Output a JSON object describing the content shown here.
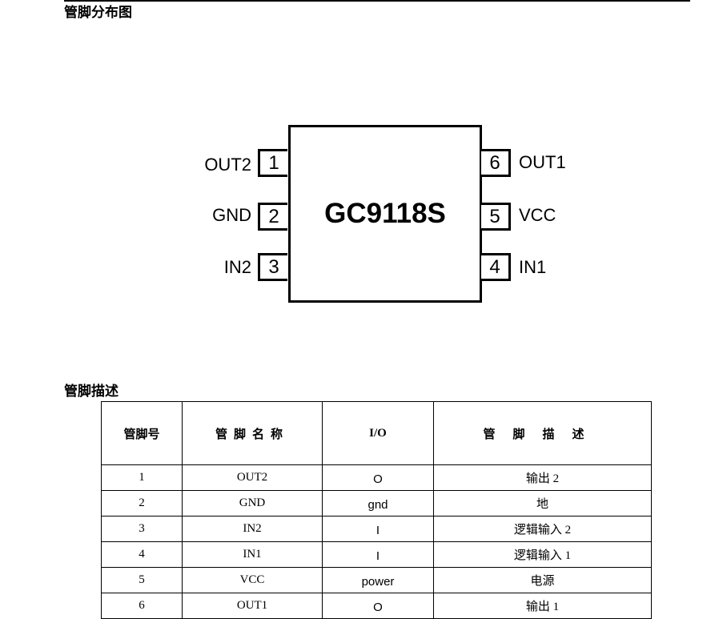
{
  "section1_title": "管脚分布图",
  "section2_title": "管脚描述",
  "chip": {
    "name": "GC9118S",
    "left_pins": [
      {
        "number": "1",
        "label": "OUT2"
      },
      {
        "number": "2",
        "label": "GND"
      },
      {
        "number": "3",
        "label": "IN2"
      }
    ],
    "right_pins": [
      {
        "number": "6",
        "label": "OUT1"
      },
      {
        "number": "5",
        "label": "VCC"
      },
      {
        "number": "4",
        "label": "IN1"
      }
    ]
  },
  "table": {
    "headers": [
      "管脚号",
      "管脚名称",
      "I/O",
      "管脚描述"
    ],
    "rows": [
      [
        "1",
        "OUT2",
        "O",
        "输出 2"
      ],
      [
        "2",
        "GND",
        "gnd",
        "地"
      ],
      [
        "3",
        "IN2",
        "I",
        "逻辑输入 2"
      ],
      [
        "4",
        "IN1",
        "I",
        "逻辑输入 1"
      ],
      [
        "5",
        "VCC",
        "power",
        "电源"
      ],
      [
        "6",
        "OUT1",
        "O",
        "输出 1"
      ]
    ]
  }
}
